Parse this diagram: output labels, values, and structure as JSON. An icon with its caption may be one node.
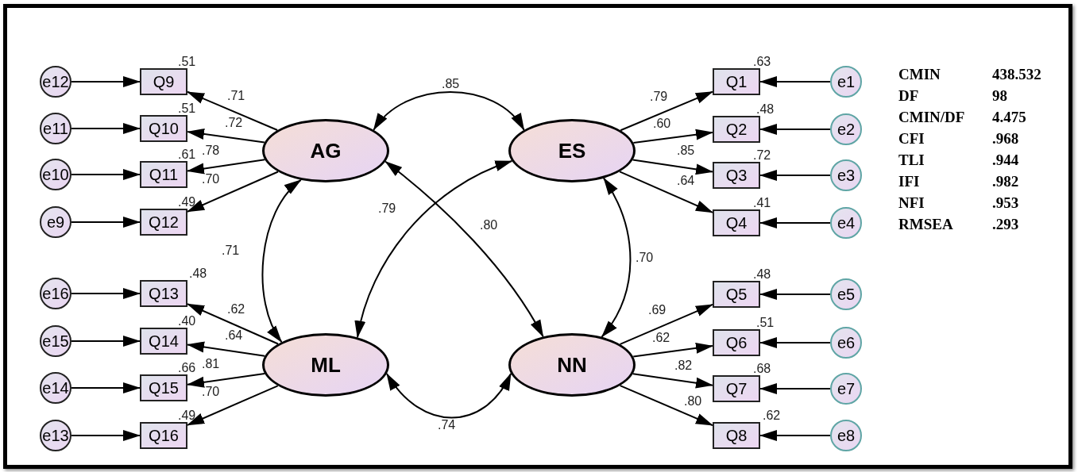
{
  "diagram": {
    "nodes": [
      {
        "text": [
          "AG"
        ]
      },
      {
        "text": [
          "ES"
        ]
      },
      {
        "text": [
          "ML"
        ]
      },
      {
        "text": [
          "NN"
        ]
      },
      {
        "text": [
          "Q1"
        ],
        "beside": [
          ".63"
        ]
      },
      {
        "text": [
          "Q2"
        ],
        "beside": [
          ".48"
        ]
      },
      {
        "text": [
          "Q3"
        ],
        "beside": [
          ".72"
        ]
      },
      {
        "text": [
          "Q4"
        ],
        "beside": [
          ".41"
        ]
      },
      {
        "text": [
          "Q5"
        ],
        "beside": [
          ".48"
        ]
      },
      {
        "text": [
          "Q6"
        ],
        "beside": [
          ".51"
        ]
      },
      {
        "text": [
          "Q7"
        ],
        "beside": [
          ".68"
        ]
      },
      {
        "text": [
          "Q8"
        ],
        "beside": [
          ".62"
        ]
      },
      {
        "text": [
          "Q9"
        ],
        "beside": [
          ".51"
        ]
      },
      {
        "text": [
          "Q10"
        ],
        "beside": [
          ".51"
        ]
      },
      {
        "text": [
          "Q11"
        ],
        "beside": [
          ".61"
        ]
      },
      {
        "text": [
          "Q12"
        ],
        "beside": [
          ".49"
        ]
      },
      {
        "text": [
          "Q13"
        ],
        "beside": [
          ".48"
        ]
      },
      {
        "text": [
          "Q14"
        ],
        "beside": [
          ".40"
        ]
      },
      {
        "text": [
          "Q15"
        ],
        "beside": [
          ".66"
        ]
      },
      {
        "text": [
          "Q16"
        ],
        "beside": [
          ".49"
        ]
      },
      {
        "text": [
          "e1"
        ]
      },
      {
        "text": [
          "e2"
        ]
      },
      {
        "text": [
          "e3"
        ]
      },
      {
        "text": [
          "e4"
        ]
      },
      {
        "text": [
          "e5"
        ]
      },
      {
        "text": [
          "e6"
        ]
      },
      {
        "text": [
          "e7"
        ]
      },
      {
        "text": [
          "e8"
        ]
      },
      {
        "text": [
          "e12"
        ]
      },
      {
        "text": [
          "e11"
        ]
      },
      {
        "text": [
          "e10"
        ]
      },
      {
        "text": [
          "e9"
        ]
      },
      {
        "text": [
          "e16"
        ]
      },
      {
        "text": [
          "e15"
        ]
      },
      {
        "text": [
          "e14"
        ]
      },
      {
        "text": [
          "e13"
        ]
      }
    ],
    "edges": [
      {
        "from": 1,
        "to": 4,
        "arrow": "to",
        "label": ".79"
      },
      {
        "from": 1,
        "to": 5,
        "arrow": "to",
        "label": ".60"
      },
      {
        "from": 1,
        "to": 6,
        "arrow": "to",
        "label": ".85"
      },
      {
        "from": 1,
        "to": 7,
        "arrow": "to",
        "label": ".64"
      },
      {
        "from": 3,
        "to": 8,
        "arrow": "to",
        "label": ".69"
      },
      {
        "from": 3,
        "to": 9,
        "arrow": "to",
        "label": ".62"
      },
      {
        "from": 3,
        "to": 10,
        "arrow": "to",
        "label": ".82"
      },
      {
        "from": 3,
        "to": 11,
        "arrow": "to",
        "label": ".80"
      },
      {
        "from": 0,
        "to": 12,
        "arrow": "to",
        "label": ".71"
      },
      {
        "from": 0,
        "to": 13,
        "arrow": "to",
        "label": ".72"
      },
      {
        "from": 0,
        "to": 14,
        "arrow": "to",
        "label": ".78"
      },
      {
        "from": 0,
        "to": 15,
        "arrow": "to",
        "label": ".70"
      },
      {
        "from": 2,
        "to": 16,
        "arrow": "to",
        "label": ".62"
      },
      {
        "from": 2,
        "to": 17,
        "arrow": "to",
        "label": ".64"
      },
      {
        "from": 2,
        "to": 18,
        "arrow": "to",
        "label": ".81"
      },
      {
        "from": 2,
        "to": 19,
        "arrow": "to",
        "label": ".70"
      },
      {
        "from": 20,
        "to": 4,
        "arrow": "to"
      },
      {
        "from": 21,
        "to": 5,
        "arrow": "to"
      },
      {
        "from": 22,
        "to": 6,
        "arrow": "to"
      },
      {
        "from": 23,
        "to": 7,
        "arrow": "to"
      },
      {
        "from": 24,
        "to": 8,
        "arrow": "to"
      },
      {
        "from": 25,
        "to": 9,
        "arrow": "to"
      },
      {
        "from": 26,
        "to": 10,
        "arrow": "to"
      },
      {
        "from": 27,
        "to": 11,
        "arrow": "to"
      },
      {
        "from": 28,
        "to": 12,
        "arrow": "to"
      },
      {
        "from": 29,
        "to": 13,
        "arrow": "to"
      },
      {
        "from": 30,
        "to": 14,
        "arrow": "to"
      },
      {
        "from": 31,
        "to": 15,
        "arrow": "to"
      },
      {
        "from": 32,
        "to": 16,
        "arrow": "to"
      },
      {
        "from": 33,
        "to": 17,
        "arrow": "to"
      },
      {
        "from": 34,
        "to": 18,
        "arrow": "to"
      },
      {
        "from": 35,
        "to": 19,
        "arrow": "to"
      },
      {
        "from": 0,
        "to": 1,
        "arrow": "both",
        "label": ".85"
      },
      {
        "from": 0,
        "to": 2,
        "arrow": "both",
        "label": ".71"
      },
      {
        "from": 1,
        "to": 2,
        "arrow": "both",
        "label": ".79"
      },
      {
        "from": 0,
        "to": 3,
        "arrow": "both",
        "label": ".80"
      },
      {
        "from": 1,
        "to": 3,
        "arrow": "both",
        "label": ".70"
      },
      {
        "from": 2,
        "to": 3,
        "arrow": "both",
        "label": ".74"
      }
    ],
    "labels": [
      "CMIN",
      "438.532",
      "DF",
      "98",
      "CMIN/DF",
      "4.475",
      "CFI",
      ".968",
      "TLI",
      ".944",
      "IFI",
      ".982",
      "NFI",
      ".953",
      "RMSEA",
      ".293"
    ]
  }
}
